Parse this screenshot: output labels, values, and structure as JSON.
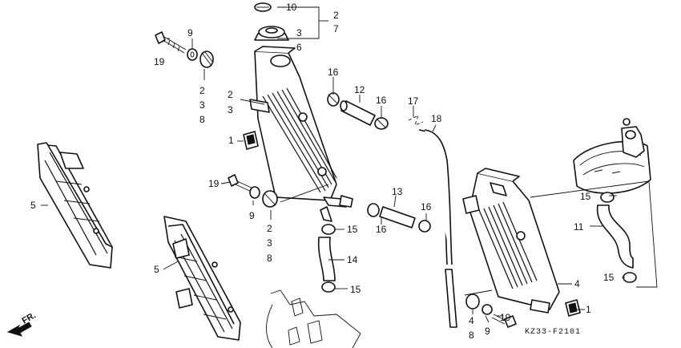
{
  "diagram_code": "KZ33-F2101",
  "front_label": "FR.",
  "callouts": {
    "cap_top": "10",
    "cap_group_a": "2",
    "cap_group_b": "7",
    "cap": "3",
    "cap_6": "6",
    "bolt_top_19": "19",
    "washer_top_9": "9",
    "grom_top_2": "2",
    "grom_top_3": "3",
    "grom_top_8": "8",
    "rad_left_2": "2",
    "rad_left_3": "3",
    "clip_left_1": "1",
    "bolt_mid_19": "19",
    "washer_mid_9": "9",
    "grom_mid_2": "2",
    "grom_mid_3": "3",
    "grom_mid_8": "8",
    "shroud_top_5": "5",
    "shroud_bot_5": "5",
    "clamp_16a": "16",
    "tube_12": "12",
    "clamp_16b": "16",
    "clip_17": "17",
    "hose_18": "18",
    "tube_13": "13",
    "clamp_16c": "16",
    "clamp_16d": "16",
    "clamp_15a": "15",
    "hose_14": "14",
    "clamp_15b": "15",
    "rad_right_4": "4",
    "clip_right_1": "1",
    "grom_right_4": "4",
    "grom_right_8": "8",
    "washer_right_9": "9",
    "bolt_right_19": "19",
    "clamp_15c": "15",
    "hose_11": "11",
    "clamp_15d": "15"
  }
}
